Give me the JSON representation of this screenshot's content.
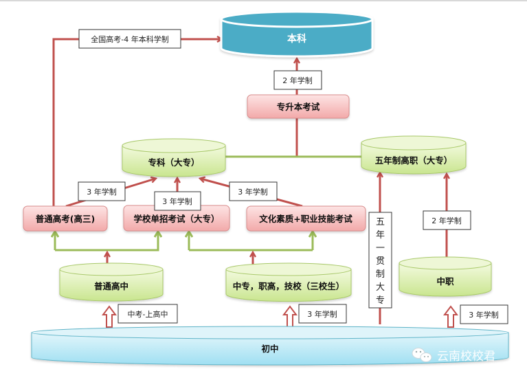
{
  "diagram": {
    "top": {
      "bachelor": "本科"
    },
    "middle": {
      "upgrade_exam": "专升本考试",
      "junior_college": "专科（大专）",
      "five_year_college": "五年制高职（大专）"
    },
    "exams": {
      "gaokao": "普通高考(高三)",
      "school_exam": "学校单招考试（大专）",
      "skill_exam": "文化素质+职业技能考试"
    },
    "schools": {
      "high_school": "普通高中",
      "vocational_secondary": "中专，职高，技校（三校生）",
      "secondary_vocational": "中职"
    },
    "base": {
      "junior_high": "初中"
    },
    "labels": {
      "national_gaokao": "全国高考-4 年本科学制",
      "two_year_upgrade": "2 年学制",
      "three_year_left": "3 年学制",
      "three_year_center": "3 年学制",
      "three_year_right": "3 年学制",
      "two_year_vocational": "2 年学制",
      "zhongkao": "中考-上高中",
      "three_year_vocational_entry": "3 年学制",
      "three_year_zhongzhi_entry": "3 年学制",
      "five_year_chars": [
        "五",
        "年",
        "一",
        "贯",
        "制",
        "大",
        "专"
      ]
    },
    "watermark": "云南校校君"
  },
  "colors": {
    "arrow_red": "#c0504d",
    "line_green": "#9bbb59",
    "bachelor_blue": "#4bacc6",
    "green_fill": "#d7ecaa",
    "pink_fill": "#f4b6b6",
    "base_blue": "#b7e6f4"
  }
}
